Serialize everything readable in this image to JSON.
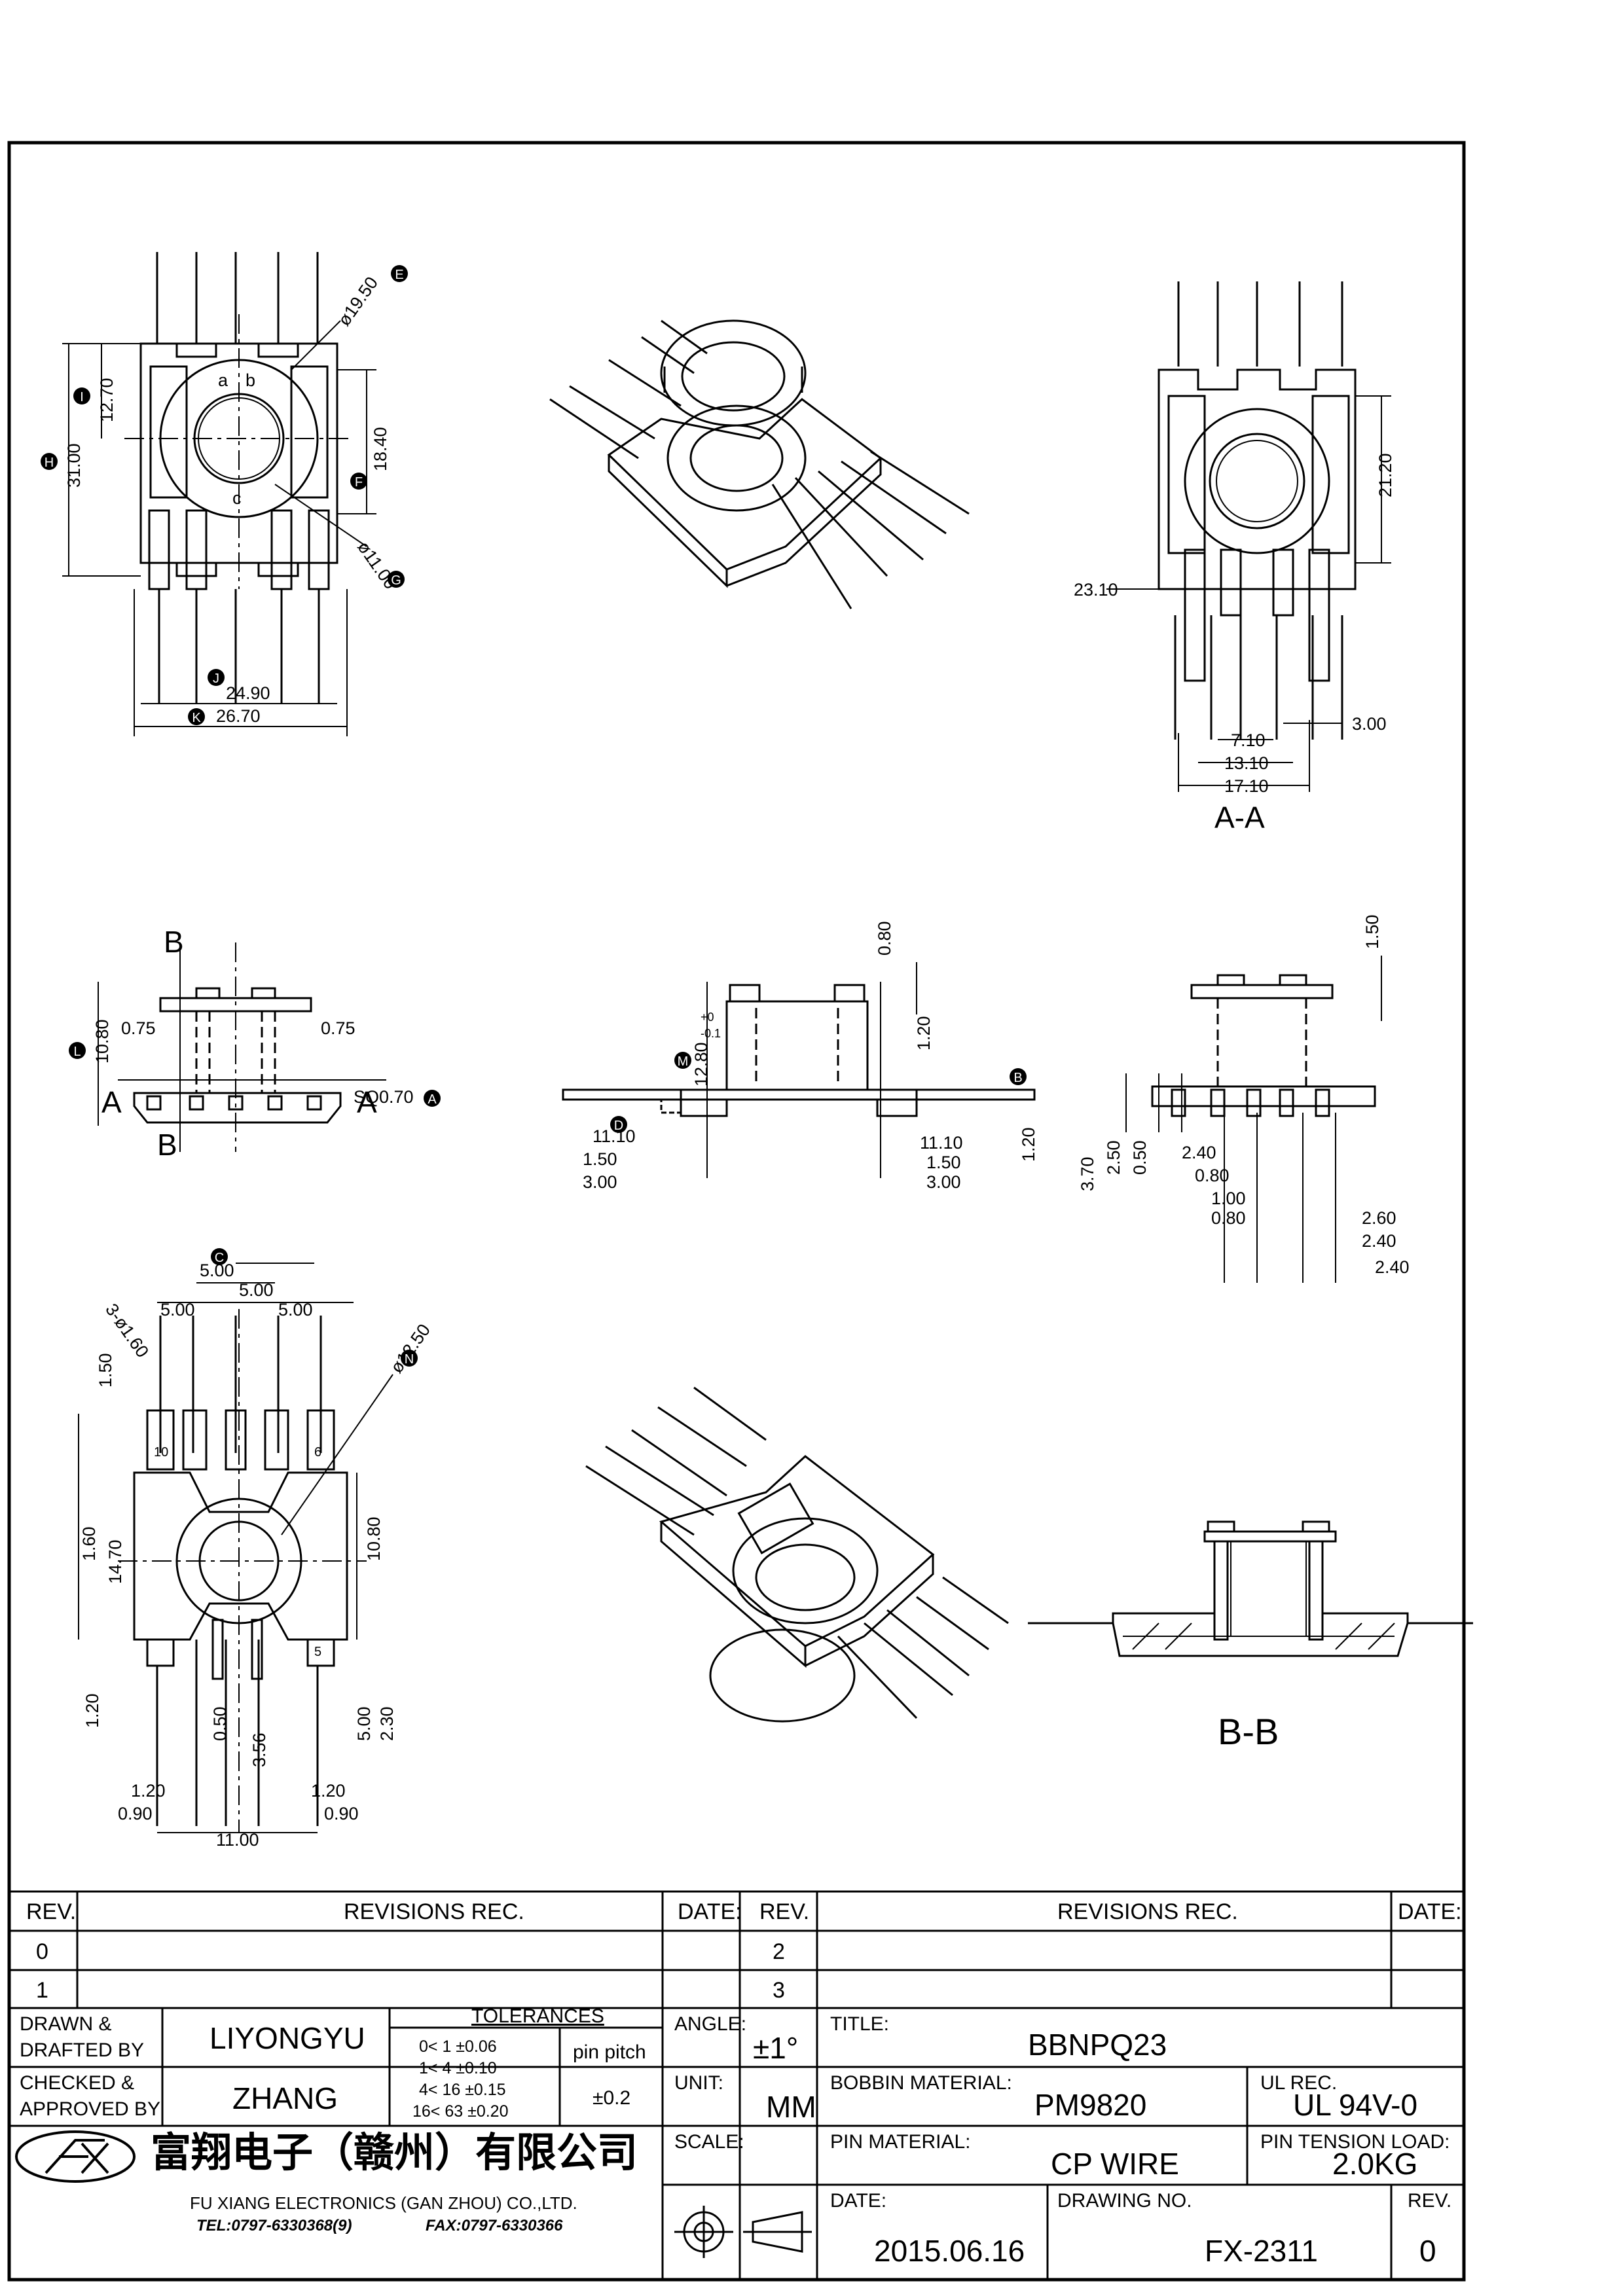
{
  "revision_table": {
    "headers": {
      "rev": "REV.",
      "revisions_rec": "REVISIONS    REC.",
      "date": "DATE:"
    },
    "left_rows": [
      {
        "rev": "0",
        "desc": "",
        "date": ""
      },
      {
        "rev": "1",
        "desc": "",
        "date": ""
      }
    ],
    "right_rows": [
      {
        "rev": "2",
        "desc": "",
        "date": ""
      },
      {
        "rev": "3",
        "desc": "",
        "date": ""
      }
    ]
  },
  "title_block": {
    "drawn_label": "DRAWN &",
    "drafted_label": "DRAFTED BY",
    "drawn_by": "LIYONGYU",
    "checked_label": "CHECKED &",
    "approved_label": "APPROVED BY",
    "approved_by": "ZHANG",
    "tolerances_label": "TOLERANCES",
    "tolerance_rows": [
      "0<   1   ±0.06",
      "1<   4   ±0.10",
      "4<  16  ±0.15",
      "16<  63  ±0.20"
    ],
    "pin_pitch_label": "pin pitch",
    "pin_pitch_tol": "±0.2",
    "angle_label": "ANGLE:",
    "angle_value": "±1°",
    "unit_label": "UNIT:",
    "unit_value": "MM",
    "scale_label": "SCALE:",
    "title_label": "TITLE:",
    "title_value": "BBNPQ23",
    "bobbin_material_label": "BOBBIN  MATERIAL:",
    "bobbin_material": "PM9820",
    "ul_rec_label": "UL REC.",
    "ul_rec": "UL 94V-0",
    "pin_material_label": "PIN  MATERIAL:",
    "pin_material": "CP  WIRE",
    "pin_tension_label": "PIN TENSION LOAD:",
    "pin_tension": "2.0KG",
    "date_label": "DATE:",
    "date_value": "2015.06.16",
    "drawing_no_label": "DRAWING  NO.",
    "drawing_no": "FX-2311",
    "rev_label": "REV.",
    "rev_value": "0"
  },
  "company": {
    "name_cn": "富翔电子（赣州）有限公司",
    "name_en": "FU XIANG ELECTRONICS (GAN ZHOU) CO.,LTD.",
    "tel": "TEL:0797-6330368(9)",
    "fax": "FAX:0797-6330366"
  },
  "drawing": {
    "view_labels": {
      "aa": "A-A",
      "bb": "B-B",
      "b_mark": "B",
      "a_mark": "A"
    },
    "top_view": {
      "dims": [
        "ø19.50",
        "ø11.00",
        "12.70",
        "31.00",
        "18.40",
        "24.90",
        "26.70"
      ],
      "pin_marks": [
        "a",
        "b",
        "c"
      ]
    },
    "aa_view": {
      "dims": [
        "21.20",
        "23.10",
        "3.00",
        "7.10",
        "13.10",
        "17.10"
      ]
    },
    "front_view": {
      "dims": [
        "10.80",
        "0.75",
        "0.75",
        "SQ0.70"
      ]
    },
    "side_view": {
      "dims": [
        "0.80",
        "12.80",
        "+0",
        "-0.1",
        "1.20",
        "11.10",
        "1.50",
        "3.00",
        "11.10",
        "1.50",
        "3.00",
        "1.20"
      ]
    },
    "end_view": {
      "dims": [
        "1.50",
        "3.70",
        "2.50",
        "0.50",
        "2.40",
        "0.80",
        "1.00",
        "0.80",
        "2.60",
        "2.40",
        "2.40"
      ]
    },
    "bottom_view": {
      "dims": [
        "5.00",
        "5.00",
        "5.00",
        "5.00",
        "3-ø1.60",
        "ø12.50",
        "1.50",
        "1.60",
        "14.70",
        "10.80",
        "1.20",
        "0.50",
        "3.56",
        "5.00",
        "2.30",
        "1.20",
        "0.90",
        "1.20",
        "0.90",
        "11.00"
      ],
      "pin_marks": [
        "10",
        "6",
        "5"
      ]
    },
    "circled_markers": [
      "E",
      "F",
      "G",
      "H",
      "I",
      "J",
      "K",
      "A",
      "B",
      "C",
      "D",
      "L",
      "M",
      "N"
    ]
  }
}
